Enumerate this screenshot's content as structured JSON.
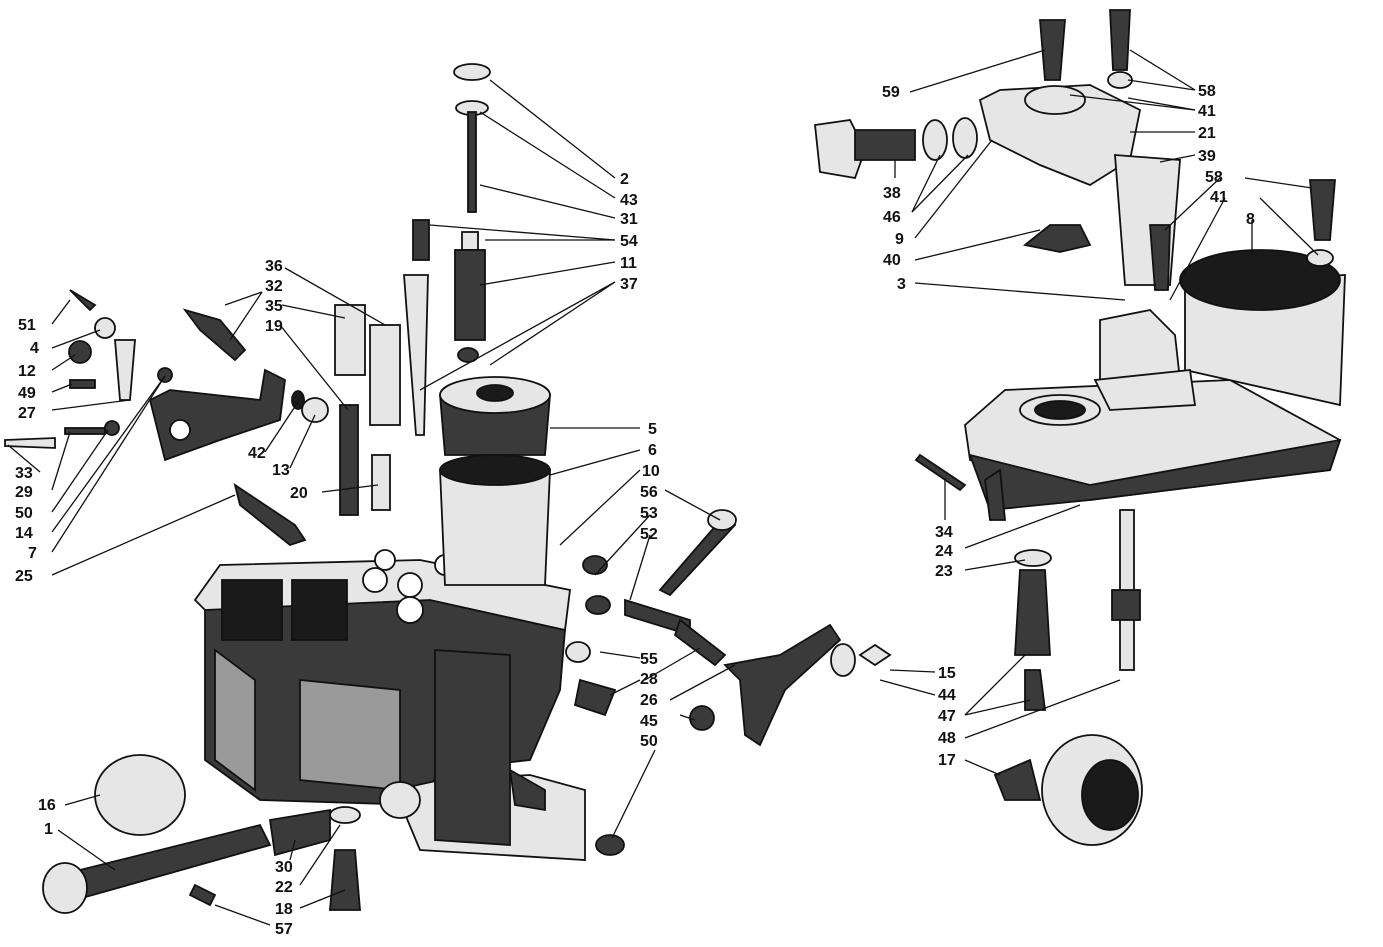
{
  "callouts": {
    "c1": "1",
    "c2": "2",
    "c3": "3",
    "c4": "4",
    "c5": "5",
    "c6": "6",
    "c7": "7",
    "c8": "8",
    "c9": "9",
    "c10": "10",
    "c11": "11",
    "c12": "12",
    "c13": "13",
    "c14": "14",
    "c15": "15",
    "c16": "16",
    "c17": "17",
    "c18": "18",
    "c19": "19",
    "c20": "20",
    "c21": "21",
    "c22": "22",
    "c23": "23",
    "c24": "24",
    "c25": "25",
    "c26": "26",
    "c27": "27",
    "c28": "28",
    "c29": "29",
    "c30": "30",
    "c31": "31",
    "c32": "32",
    "c33": "33",
    "c34": "34",
    "c35": "35",
    "c36": "36",
    "c37": "37",
    "c38": "38",
    "c39": "39",
    "c40": "40",
    "c41": "41",
    "c42": "42",
    "c43": "43",
    "c44": "44",
    "c45": "45",
    "c46": "46",
    "c47": "47",
    "c48": "48",
    "c49": "49",
    "c50": "50",
    "c51": "51",
    "c52": "52",
    "c53": "53",
    "c54": "54",
    "c55": "55",
    "c56": "56",
    "c57": "57",
    "c58": "58",
    "c59": "59"
  },
  "colors": {
    "ink": "#111111",
    "shade": "#3a3a3a",
    "paper": "#ffffff"
  }
}
